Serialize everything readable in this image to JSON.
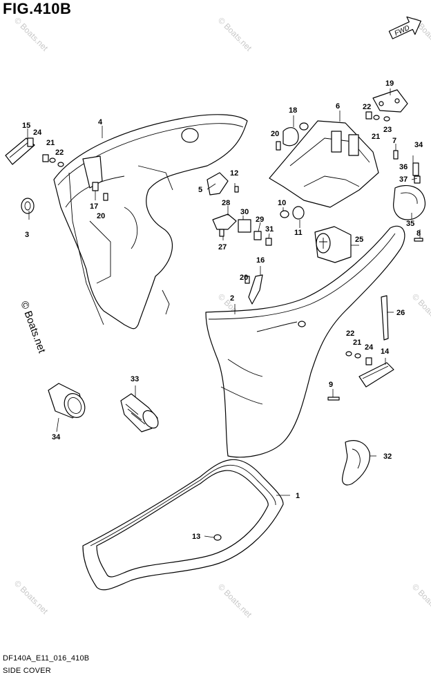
{
  "figure": {
    "title": "FIG.410B",
    "code": "DF140A_E11_016_410B",
    "name": "SIDE COVER",
    "watermark_main": "© Boats.net",
    "watermark_tile": "© Boats.net",
    "direction_badge": "FWD"
  },
  "callouts": [
    {
      "id": "c1",
      "label": "1"
    },
    {
      "id": "c2",
      "label": "2"
    },
    {
      "id": "c3",
      "label": "3"
    },
    {
      "id": "c4",
      "label": "4"
    },
    {
      "id": "c5",
      "label": "5"
    },
    {
      "id": "c6",
      "label": "6"
    },
    {
      "id": "c7",
      "label": "7"
    },
    {
      "id": "c8",
      "label": "8"
    },
    {
      "id": "c9",
      "label": "9"
    },
    {
      "id": "c10",
      "label": "10"
    },
    {
      "id": "c11",
      "label": "11"
    },
    {
      "id": "c12",
      "label": "12"
    },
    {
      "id": "c13",
      "label": "13"
    },
    {
      "id": "c14",
      "label": "14"
    },
    {
      "id": "c15",
      "label": "15"
    },
    {
      "id": "c16",
      "label": "16"
    },
    {
      "id": "c17",
      "label": "17"
    },
    {
      "id": "c18",
      "label": "18"
    },
    {
      "id": "c19",
      "label": "19"
    },
    {
      "id": "c20a",
      "label": "20"
    },
    {
      "id": "c20b",
      "label": "20"
    },
    {
      "id": "c20c",
      "label": "20"
    },
    {
      "id": "c21a",
      "label": "21"
    },
    {
      "id": "c21b",
      "label": "21"
    },
    {
      "id": "c21c",
      "label": "21"
    },
    {
      "id": "c22a",
      "label": "22"
    },
    {
      "id": "c22b",
      "label": "22"
    },
    {
      "id": "c22c",
      "label": "22"
    },
    {
      "id": "c23",
      "label": "23"
    },
    {
      "id": "c24a",
      "label": "24"
    },
    {
      "id": "c24b",
      "label": "24"
    },
    {
      "id": "c25",
      "label": "25"
    },
    {
      "id": "c26",
      "label": "26"
    },
    {
      "id": "c27",
      "label": "27"
    },
    {
      "id": "c28",
      "label": "28"
    },
    {
      "id": "c29",
      "label": "29"
    },
    {
      "id": "c30",
      "label": "30"
    },
    {
      "id": "c31",
      "label": "31"
    },
    {
      "id": "c32",
      "label": "32"
    },
    {
      "id": "c33",
      "label": "33"
    },
    {
      "id": "c34a",
      "label": "34"
    },
    {
      "id": "c34b",
      "label": "34"
    },
    {
      "id": "c35",
      "label": "35"
    },
    {
      "id": "c36",
      "label": "36"
    },
    {
      "id": "c37",
      "label": "37"
    }
  ]
}
